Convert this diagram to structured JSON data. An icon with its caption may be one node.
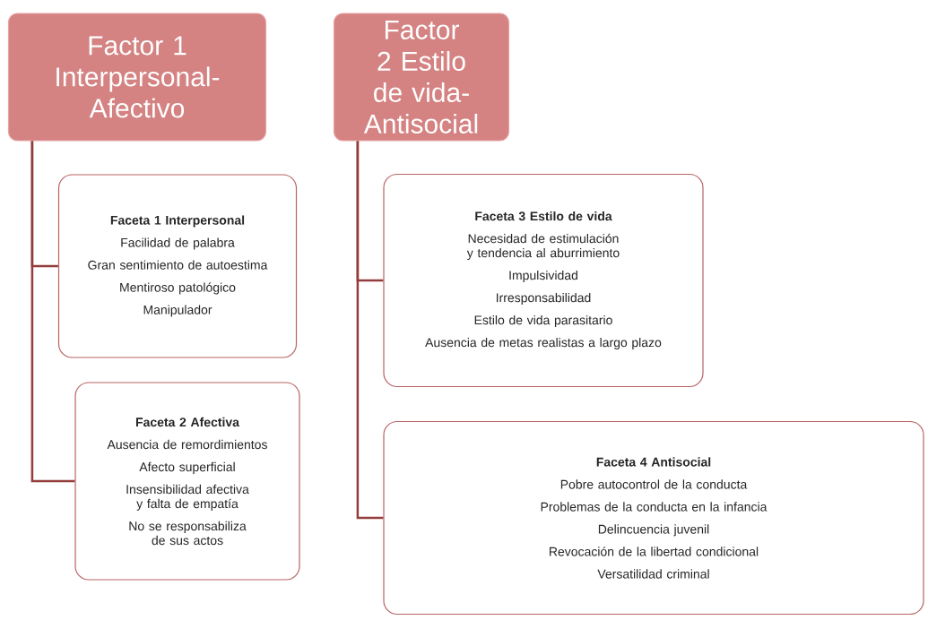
{
  "diagram": {
    "nodes": [
      {
        "text": [
          "Factor 1 Interpersonal-Afectivo"
        ]
      },
      {
        "text": [
          "Factor 2 Estilo de vida-Antisocial"
        ]
      },
      {
        "text": [
          "Faceta 1 Interpersonal",
          "Facilidad de palabra",
          "Gran sentimiento de autoestima",
          "Mentiroso patológico",
          "Manipulador"
        ]
      },
      {
        "text": [
          "Faceta 2 Afectiva",
          "Ausencia de remordimientos",
          "Afecto superficial",
          "Insensibilidad afectiva y falta de empatía",
          "No se responsabiliza de sus actos"
        ]
      },
      {
        "text": [
          "Faceta 3 Estilo de vida",
          "Necesidad de estimulación y tendencia al aburrimiento",
          "Impulsividad",
          "Irresponsabilidad",
          "Estilo de vida parasitario",
          "Ausencia de metas realistas a largo plazo"
        ]
      },
      {
        "text": [
          "Faceta 4 Antisocial",
          "Pobre autocontrol de la conducta",
          "Problemas de la conducta en la infancia",
          "Delincuencia juvenil",
          "Revocación de la libertad condicional",
          "Versatilidad criminal"
        ]
      }
    ],
    "edges": [
      {
        "from": 0,
        "to": 2,
        "arrow": "none"
      },
      {
        "from": 0,
        "to": 3,
        "arrow": "none"
      },
      {
        "from": 1,
        "to": 4,
        "arrow": "none"
      },
      {
        "from": 1,
        "to": 5,
        "arrow": "none"
      }
    ]
  }
}
